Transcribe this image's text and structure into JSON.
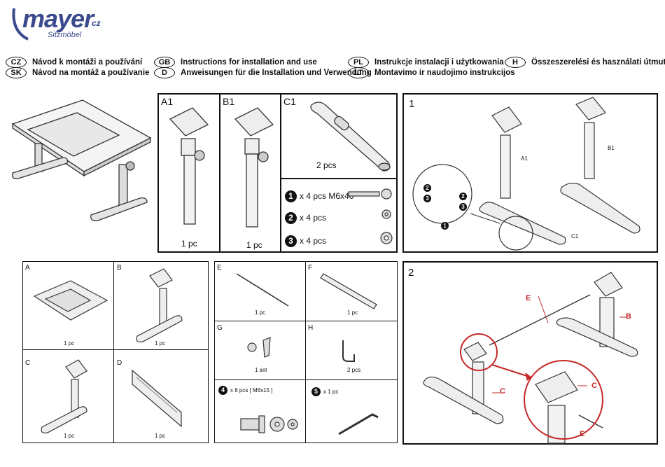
{
  "brand": {
    "name": "mayer",
    "suffix": "cz",
    "tagline": "Sitzmöbel",
    "color": "#3a4a8c"
  },
  "languages": [
    {
      "code": "CZ",
      "text": "Návod k montáži a používání"
    },
    {
      "code": "SK",
      "text": "Návod na montáž a používanie"
    },
    {
      "code": "GB",
      "text": "Instructions for installation and use"
    },
    {
      "code": "D",
      "text": "Anweisungen für die Installation und Verwendung"
    },
    {
      "code": "PL",
      "text": "Instrukcje instalacji i użytkowania"
    },
    {
      "code": "LT",
      "text": "Montavimo ir naudojimo instrukcijos"
    },
    {
      "code": "H",
      "text": "Összeszerelési és használati útmutató"
    }
  ],
  "parts_top": {
    "a1": {
      "label": "A1",
      "count": "1 pc"
    },
    "b1": {
      "label": "B1",
      "count": "1 pc"
    },
    "c1": {
      "label": "C1",
      "count": "2 pcs"
    },
    "hardware": [
      {
        "num": "1",
        "text": "x 4 pcs M6x40"
      },
      {
        "num": "2",
        "text": "x 4 pcs"
      },
      {
        "num": "3",
        "text": "x 4 pcs"
      }
    ]
  },
  "step1": {
    "step": "1",
    "label_a1": "A1",
    "label_b1": "B1",
    "label_c1": "C1",
    "callouts": [
      "2",
      "3",
      "2",
      "3",
      "1"
    ]
  },
  "parts_bottom": {
    "a": {
      "label": "A",
      "count": "1 pc"
    },
    "b": {
      "label": "B",
      "count": "1 pc"
    },
    "c": {
      "label": "C",
      "count": "1 pc"
    },
    "d": {
      "label": "D",
      "count": "1 pc"
    },
    "e": {
      "label": "E",
      "count": "1 pc"
    },
    "f": {
      "label": "F",
      "count": "1 pc"
    },
    "g": {
      "label": "G",
      "count": "1 set"
    },
    "h": {
      "label": "H",
      "count": "2 pcs"
    },
    "four": {
      "num": "4",
      "text": "x 8 pcs [ M6x15 ]"
    },
    "five": {
      "num": "5",
      "text": "x 1 pc"
    }
  },
  "step2": {
    "step": "2",
    "label_e": "E",
    "label_b": "B",
    "label_c": "C",
    "zoom_c": "C",
    "zoom_e": "E",
    "accent": "#c62828"
  }
}
